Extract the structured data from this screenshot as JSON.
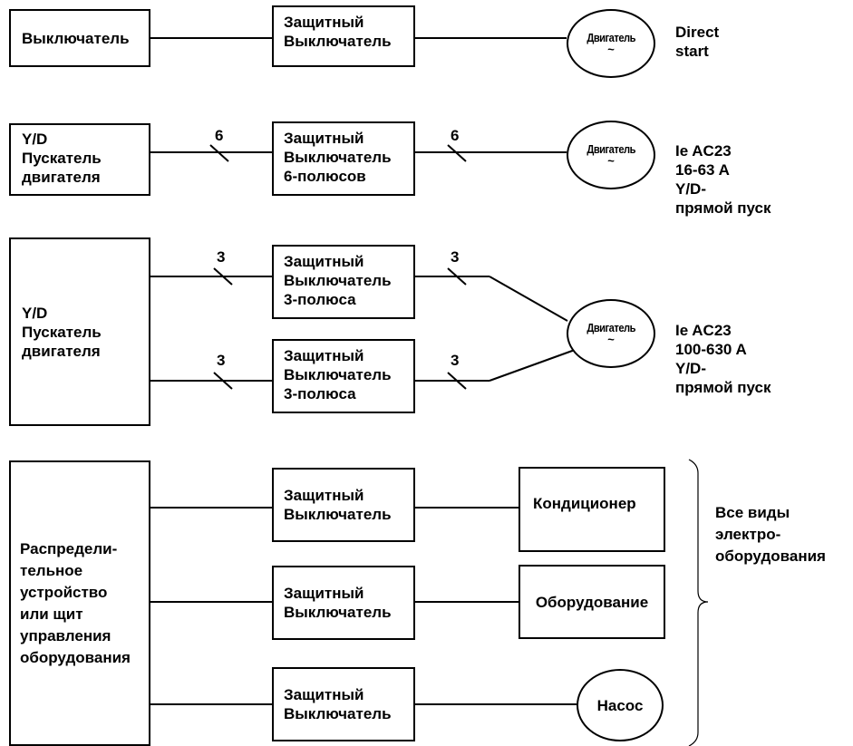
{
  "row1": {
    "switch": "Выключатель",
    "protector": "Защитный\nВыключатель",
    "motor": "Двигатель",
    "motor_tilde": "~",
    "note": "Direct\nstart"
  },
  "row2": {
    "starter": "Y/D\nПускатель\nдвигателя",
    "protector": "Защитный\nВыключатель\n6-полюсов",
    "count_in": "6",
    "count_out": "6",
    "motor": "Двигатель",
    "motor_tilde": "~",
    "note": "Ie AC23\n16-63 A\nY/D-\nпрямой пуск"
  },
  "row3": {
    "starter": "Y/D\nПускатель\nдвигателя",
    "protector_top": "Защитный\nВыключатель\n3-полюса",
    "protector_bottom": "Защитный\nВыключатель\n3-полюса",
    "count_top_in": "3",
    "count_top_out": "3",
    "count_bottom_in": "3",
    "count_bottom_out": "3",
    "motor": "Двигатель",
    "motor_tilde": "~",
    "note": "Ie AC23\n100-630 A\nY/D-\nпрямой пуск"
  },
  "row4": {
    "board": "Распредели-\nтельное\nустройство\nили щит\nуправления\nоборудования",
    "protector_1": "Защитный\nВыключатель",
    "protector_2": "Защитный\nВыключатель",
    "protector_3": "Защитный\nВыключатель",
    "load_1": "Кондиционер",
    "load_2": "Оборудование",
    "load_3": "Насос",
    "group_note": "Все виды\nэлектро-\nоборудования"
  }
}
